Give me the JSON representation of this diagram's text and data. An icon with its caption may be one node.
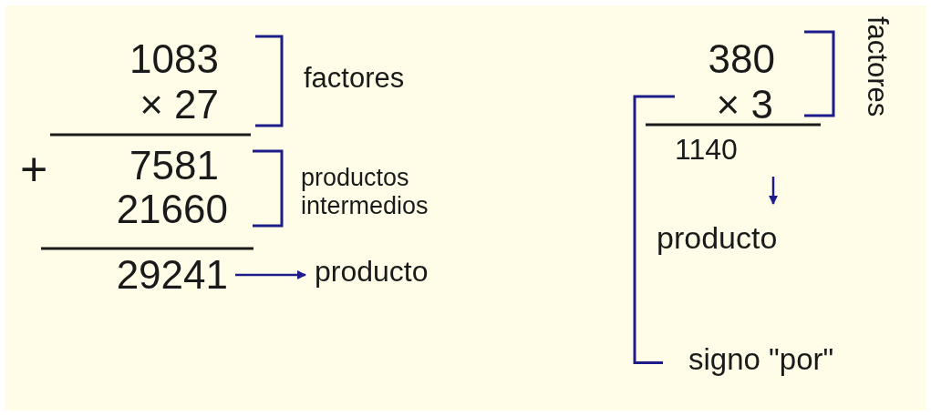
{
  "diagram": {
    "nodes": [
      {
        "text": [
          "29241"
        ]
      },
      {
        "text": [
          "producto"
        ]
      },
      {
        "text": [
          "1140"
        ]
      },
      {
        "text": [
          "producto"
        ]
      },
      {
        "text": [
          "× 3"
        ]
      },
      {
        "text": [
          "signo \"por\""
        ]
      }
    ],
    "edges": [
      {
        "from": 0,
        "to": 1,
        "arrow": "to"
      },
      {
        "from": 2,
        "to": 3,
        "arrow": "to"
      },
      {
        "from": 5,
        "to": 4,
        "arrow": "none"
      }
    ],
    "labels": [
      "1083",
      "× 27",
      "factores",
      "+",
      "7581",
      "21660",
      "productos intermedios",
      "380",
      "factores"
    ]
  }
}
